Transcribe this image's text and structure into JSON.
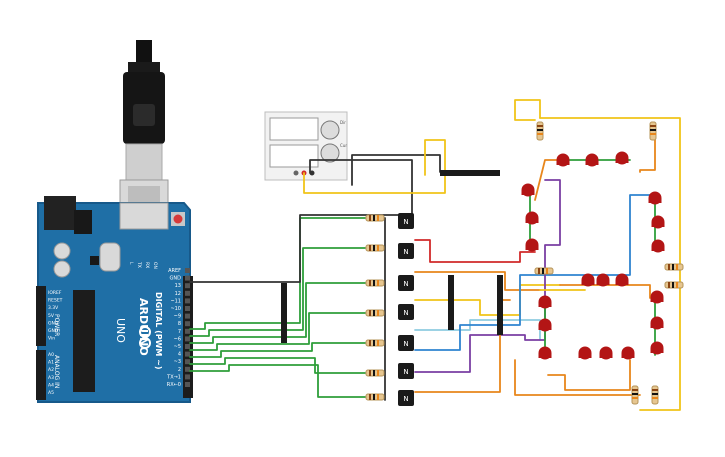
{
  "arduino": {
    "brand": "ARDUINO",
    "model": "UNO",
    "digital_header_title": "DIGITAL (PWM ~)",
    "analog_header_title": "ANALOG IN",
    "power_header_title": "POWER",
    "digital_pins": [
      "AREF",
      "GND",
      "13",
      "12",
      "~11",
      "~10",
      "~9",
      "8",
      "7",
      "~6",
      "~5",
      "4",
      "~3",
      "2",
      "TX→1",
      "RX←0"
    ],
    "power_pins": [
      "IOREF",
      "RESET",
      "3.3V",
      "5V",
      "GND",
      "GND",
      "Vin"
    ],
    "analog_pins": [
      "A0",
      "A1",
      "A2",
      "A3",
      "A4",
      "A5"
    ],
    "led_labels": [
      "L",
      "TX",
      "RX",
      "ON"
    ]
  },
  "power_supply": {
    "knob_labels": [
      "Dir",
      "Cur"
    ]
  },
  "transistor_label": "N",
  "colors": {
    "board": "#1f6fa6",
    "board_edge": "#17598a",
    "wire_green": "#2e9e3a",
    "wire_black": "#333333",
    "wire_red": "#d12a2a",
    "wire_yellow": "#f0c419",
    "wire_orange": "#e8861b",
    "wire_purple": "#7a3fa3",
    "wire_blue": "#2f84d0",
    "wire_cyan": "#8fcbe0",
    "led_red": "#b31515"
  }
}
